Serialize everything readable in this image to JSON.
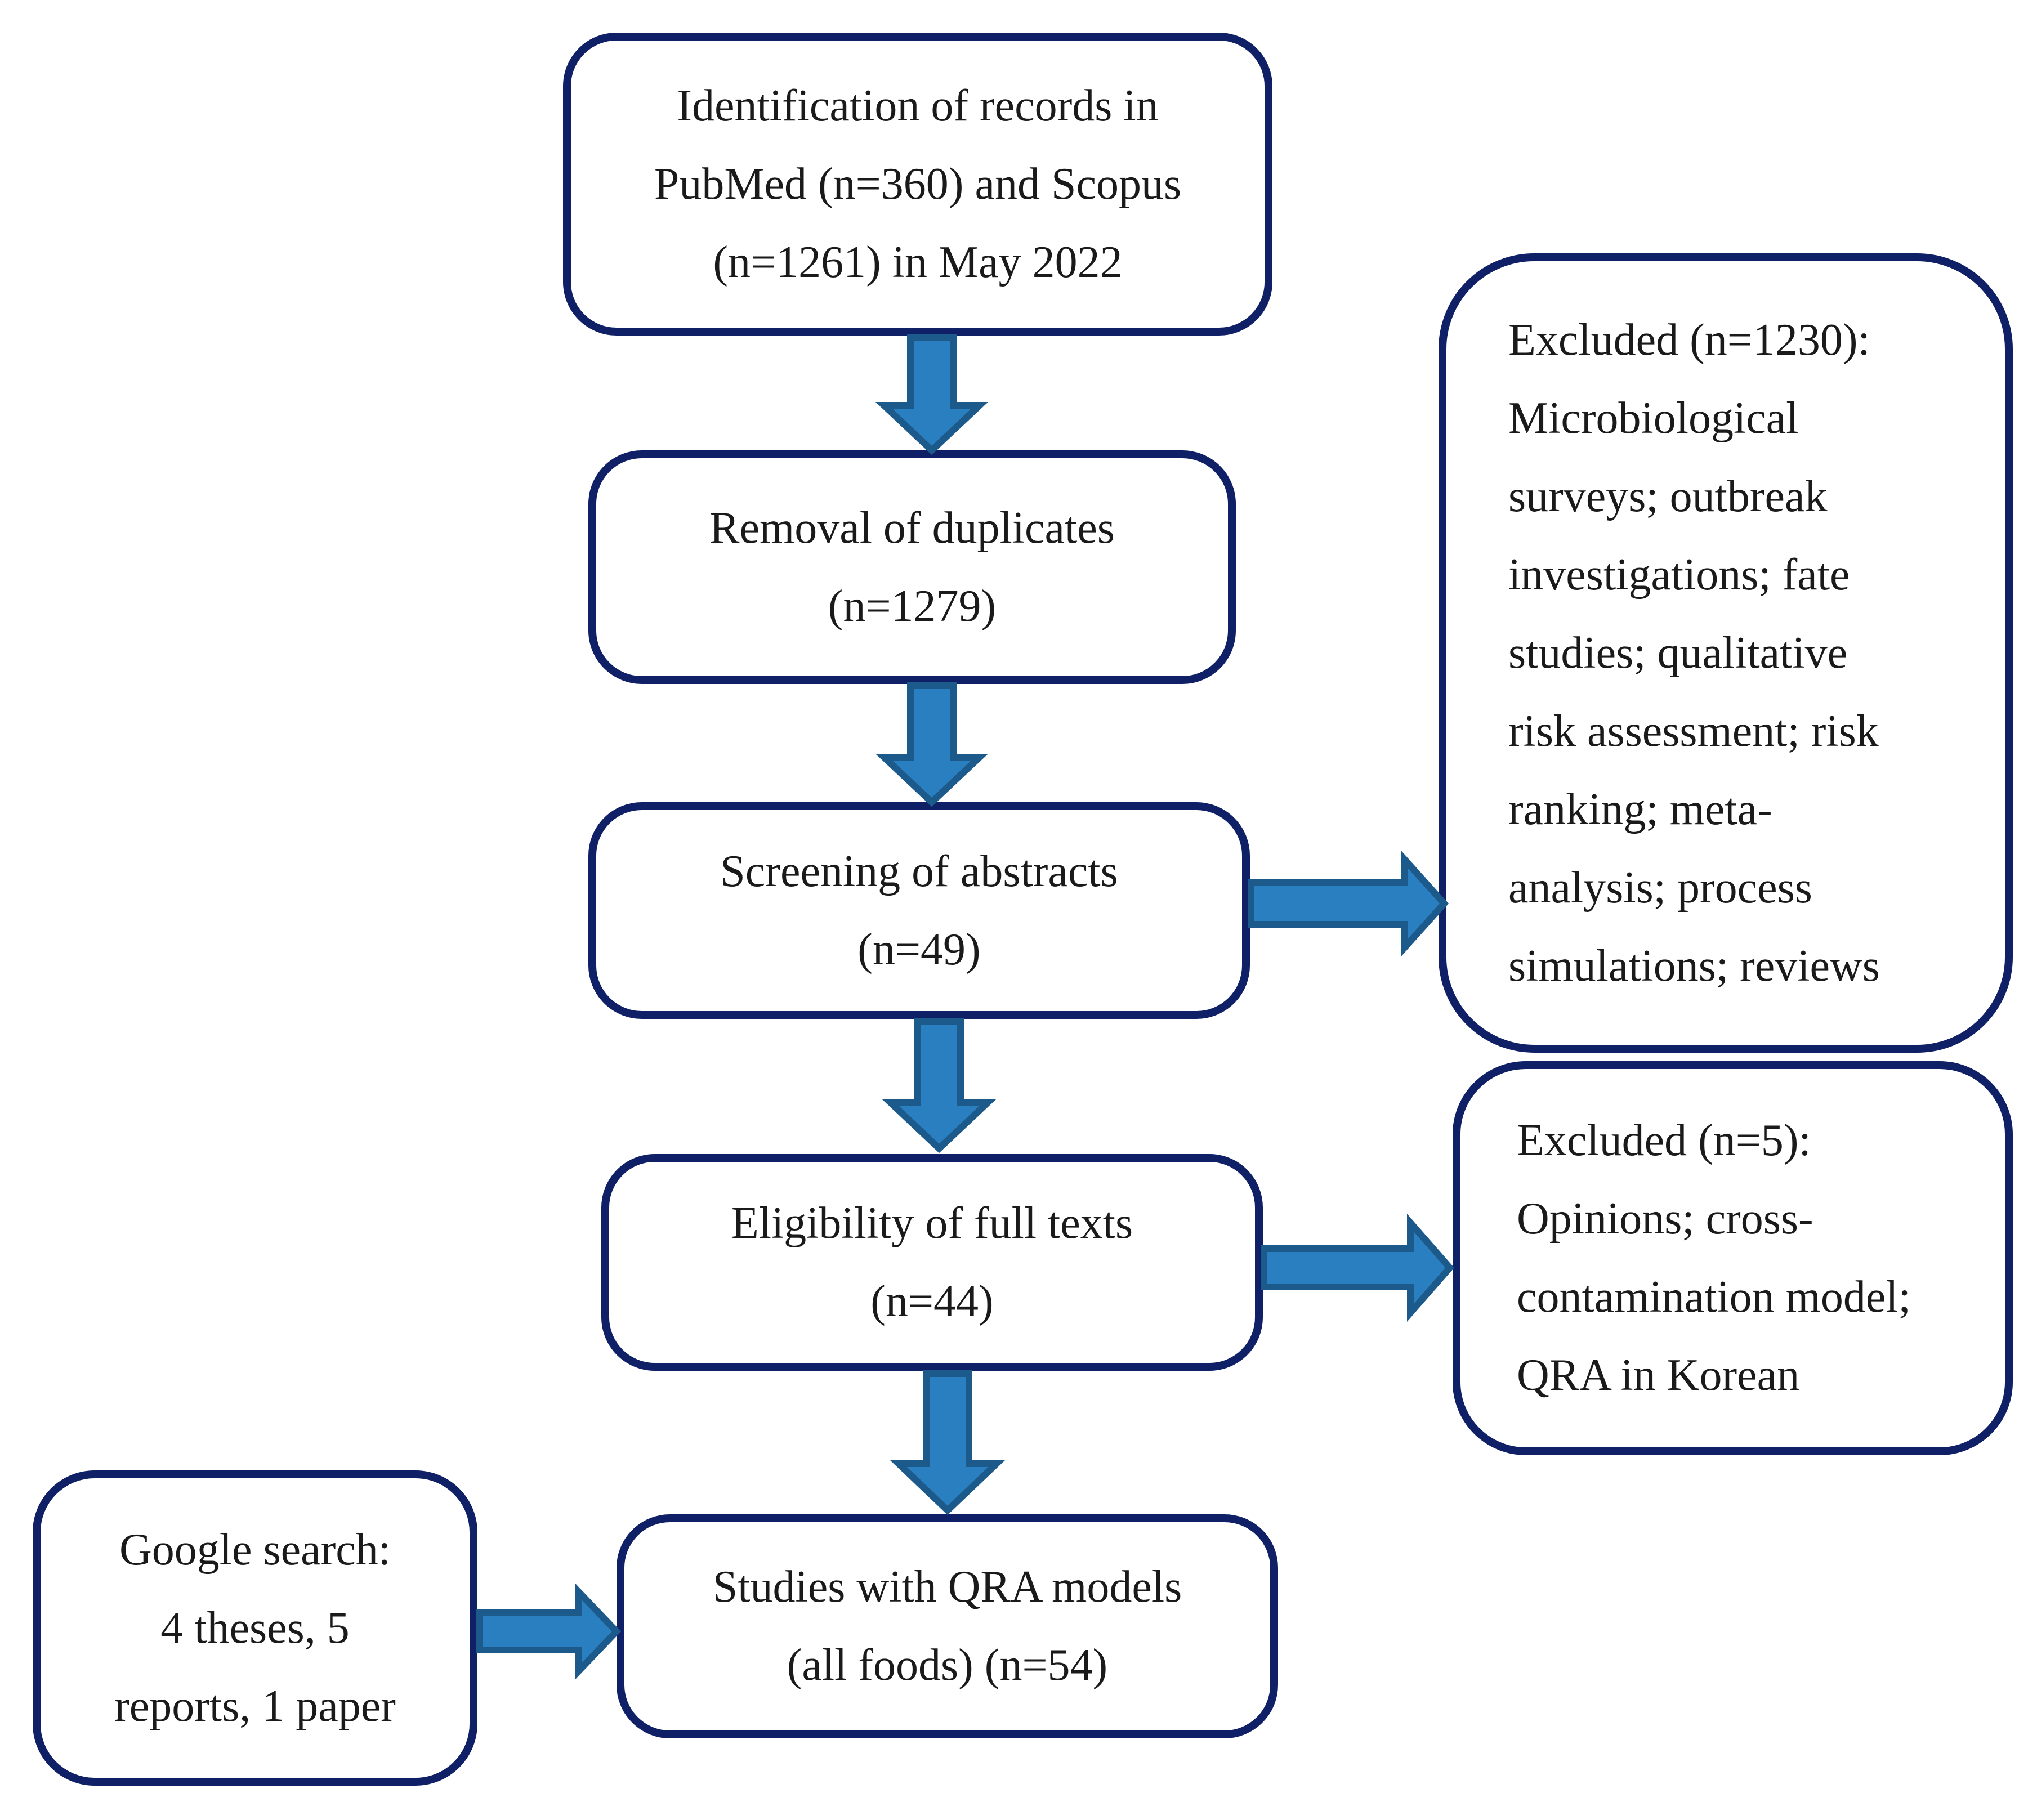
{
  "nodes": {
    "identification": {
      "lines": [
        "Identification of records in",
        "PubMed (n=360) and Scopus",
        "(n=1261) in May 2022"
      ]
    },
    "duplicates": {
      "lines": [
        "Removal of duplicates",
        "(n=1279)"
      ]
    },
    "screening": {
      "lines": [
        "Screening of abstracts",
        "(n=49)"
      ]
    },
    "eligibility": {
      "lines": [
        "Eligibility of full texts",
        "(n=44)"
      ]
    },
    "studies": {
      "lines": [
        "Studies with QRA models",
        "(all foods) (n=54)"
      ]
    },
    "excluded_abstracts": {
      "lines": [
        "Excluded (n=1230):",
        "Microbiological",
        "surveys; outbreak",
        "investigations; fate",
        "studies; qualitative",
        "risk assessment; risk",
        "ranking; meta-",
        "analysis; process",
        "simulations; reviews"
      ]
    },
    "excluded_fulltexts": {
      "lines": [
        "Excluded (n=5):",
        "Opinions; cross-",
        "contamination model;",
        "QRA in Korean"
      ]
    },
    "google": {
      "lines": [
        "Google search:",
        "4 theses, 5",
        "reports, 1 paper"
      ]
    }
  },
  "edges": [
    {
      "from": "identification",
      "to": "duplicates"
    },
    {
      "from": "duplicates",
      "to": "screening"
    },
    {
      "from": "screening",
      "to": "eligibility"
    },
    {
      "from": "eligibility",
      "to": "studies"
    },
    {
      "from": "screening",
      "to": "excluded_abstracts"
    },
    {
      "from": "eligibility",
      "to": "excluded_fulltexts"
    },
    {
      "from": "google",
      "to": "studies"
    }
  ],
  "colors": {
    "box_border": "#0f2066",
    "arrow_fill": "#2a7fc1",
    "arrow_stroke": "#1d5a8c"
  }
}
